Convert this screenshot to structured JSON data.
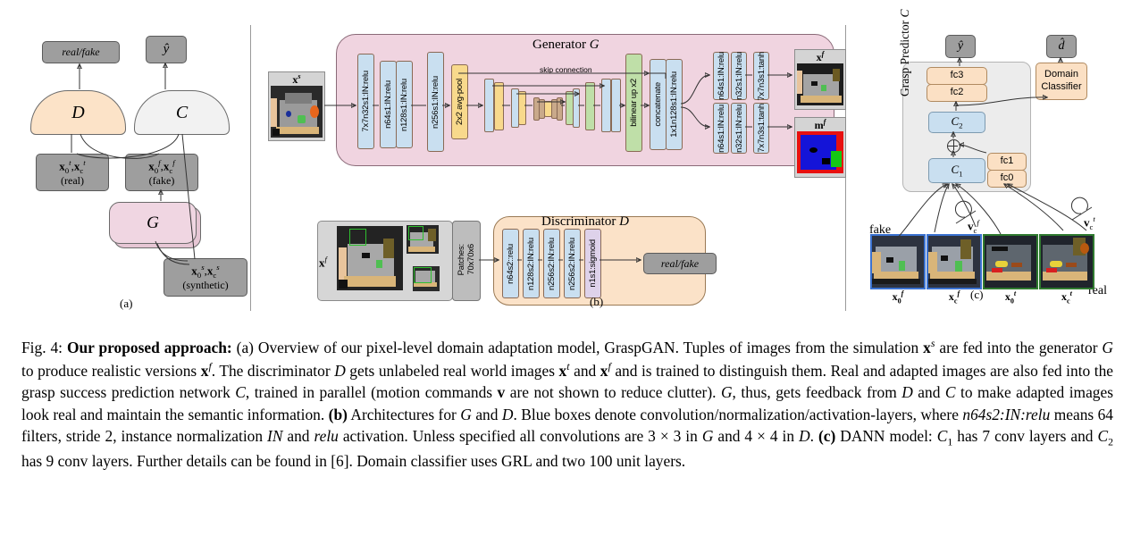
{
  "figure": {
    "number": "Fig. 4:",
    "bold_title": "Our proposed approach:",
    "panel_labels": {
      "a": "(a)",
      "b": "(b)",
      "c": "(c)"
    }
  },
  "panel_a": {
    "output_realfake": "real/fake",
    "output_yhat": "ŷ",
    "discriminator": "D",
    "classifier": "C",
    "generator": "G",
    "data_real": {
      "sym": "x₀ᵗ,x_cᵗ",
      "note": "(real)"
    },
    "data_fake": {
      "sym": "x₀ᶠ,x_cᶠ",
      "note": "(fake)"
    },
    "data_synth": {
      "sym": "x₀ˢ,x_cˢ",
      "note": "(synthetic)"
    },
    "colors": {
      "d_fill": "#fce3c8",
      "c_fill": "#f2f2f2",
      "g_fill": "#f0d6e2",
      "data_fill": "#9e9e9e"
    }
  },
  "panel_b": {
    "generator_title": "Generator",
    "generator_symbol": "G",
    "discriminator_title": "Discriminator",
    "discriminator_symbol": "D",
    "skip_connection": "skip connection",
    "input_label": "x",
    "input_sup": "s",
    "gen_layers": [
      "7x7n32s1:IN:relu",
      "n64s1:IN:relu",
      "n128s1:IN:relu",
      "n256s1:IN:relu",
      "2x2 avg-pool"
    ],
    "gen_tail": [
      "bilinear up x2",
      "concatenate",
      "1x1n128s1:IN:relu"
    ],
    "branch_top": [
      "n64s1:IN:relu",
      "n32s1:IN:relu",
      "7x7n3s1:tanh"
    ],
    "branch_bottom": [
      "n64s1:IN:relu",
      "n32s1:IN:relu",
      "7x7n3s1:tanh"
    ],
    "out_image": "x",
    "out_image_sup": "f",
    "out_mask": "m",
    "out_mask_sup": "f",
    "disc_input_label": "x",
    "disc_input_sup": "f",
    "patches": "Patches:",
    "patches_size": "70x70x6",
    "disc_layers": [
      "n64s2::relu",
      "n128s2:IN:relu",
      "n256s2:IN:relu",
      "n256s2:IN:relu",
      "n1s1:sigmoid"
    ],
    "disc_output": "real/fake",
    "colors": {
      "gen_panel": "#f0d4e0",
      "disc_panel": "#fbe2c8",
      "conv": "#c9dff0",
      "pool": "#f8d98c",
      "upsample": "#bfdfa8",
      "sigmoid": "#ded2ea"
    }
  },
  "panel_c": {
    "title": "Grasp Predictor",
    "title_symbol": "C",
    "output_yhat": "ŷ",
    "output_dhat": "d̂",
    "domain_classifier_l1": "Domain",
    "domain_classifier_l2": "Classifier",
    "fc_blocks": [
      "fc3",
      "fc2",
      "fc1",
      "fc0"
    ],
    "conv_blocks": [
      "C",
      "C"
    ],
    "conv_sub": [
      "2",
      "1"
    ],
    "sum_symbol": "⊕",
    "motion_fake": "v",
    "motion_fake_sub": "c",
    "motion_fake_sup": "f",
    "motion_real": "v",
    "motion_real_sub": "c",
    "motion_real_sup": "t",
    "group_fake": "fake",
    "group_real": "real",
    "images": [
      {
        "sym": "x",
        "sub": "0",
        "sup": "f",
        "border": "#3b72d0"
      },
      {
        "sym": "x",
        "sub": "c",
        "sup": "f",
        "border": "#3b72d0"
      },
      {
        "sym": "x",
        "sub": "0",
        "sup": "t",
        "border": "#2f7a2f"
      },
      {
        "sym": "x",
        "sub": "c",
        "sup": "t",
        "border": "#2f7a2f"
      }
    ],
    "colors": {
      "panel": "#ececec",
      "fc": "#fbe0c4",
      "conv": "#c9dff0",
      "domain": "#fbe0c4"
    }
  },
  "caption": {
    "p1_pre": "Fig. 4: ",
    "p1_bold": "Our proposed approach:",
    "p1_a": " (a) Overview of our pixel-level domain adaptation model, GraspGAN. Tuples of images from the simulation ",
    "p1_b": " are fed into the generator ",
    "p1_c": " to produce realistic versions ",
    "p1_d": ". The discriminator ",
    "p1_e": " gets unlabeled real world images ",
    "p1_f": " and ",
    "p1_g": " and is trained to distinguish them. Real and adapted images are also fed into the grasp success prediction network ",
    "p1_h": ", trained in parallel (motion commands ",
    "p1_i": " are not shown to reduce clutter). ",
    "p1_j": ", thus, gets feedback from ",
    "p1_k": " and ",
    "p1_l": " to make adapted images look real and maintain the semantic information. ",
    "p2_bold": "(b)",
    "p2_a": " Architectures for ",
    "p2_b": " and ",
    "p2_c": ". Blue boxes denote convolution/normalization/activation-layers, where ",
    "p2_italic": "n64s2:IN:relu",
    "p2_d": " means 64 filters, stride 2, instance normalization ",
    "p2_e": "IN",
    "p2_f": " and ",
    "p2_g": "relu",
    "p2_h": " activation. Unless specified all convolutions are 3 × 3 in ",
    "p2_i": " and 4 × 4 in ",
    "p2_j": ". ",
    "p3_bold": "(c)",
    "p3_a": " DANN model: ",
    "p3_b": " has 7 conv layers and ",
    "p3_c": " has 9 conv layers. Further details can be found in [6]. Domain classifier uses GRL and two 100 unit layers."
  }
}
